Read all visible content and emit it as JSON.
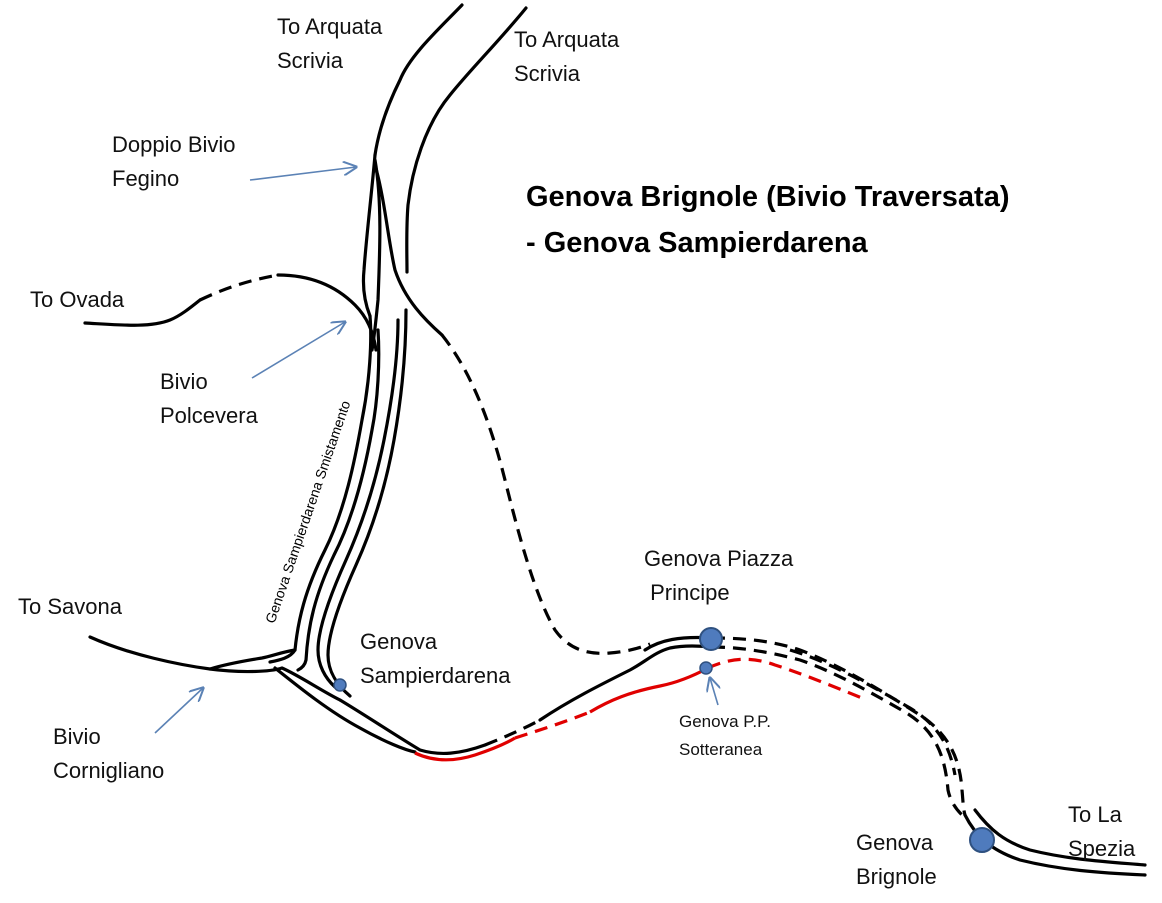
{
  "title": {
    "line1": "Genova Brignole (Bivio Traversata)",
    "line2": "- Genova Sampierdarena"
  },
  "labels": {
    "arquata_left": "To Arquata\nScrivia",
    "arquata_right": "To Arquata\nScrivia",
    "doppio_bivio": "Doppio Bivio\nFegino",
    "ovada": "To Ovada",
    "bivio_polcevera": "Bivio\nPolcevera",
    "savona": "To Savona",
    "bivio_cornigliano": "Bivio\nCornigliano",
    "sampierdarena": "Genova\nSampierdarena",
    "piazza_principe": "Genova Piazza\n Principe",
    "pp_sotteranea": "Genova P.P.\nSotteranea",
    "la_spezia": "To La\nSpezia",
    "brignole": "Genova\nBrignole",
    "smistamento": "Genova Sampierdarena Smistamento"
  },
  "colors": {
    "line": "#000000",
    "new_line": "#e00000",
    "arrow": "#5b82b5",
    "station_fill": "#4f7bbd",
    "station_stroke": "#2f5180"
  }
}
